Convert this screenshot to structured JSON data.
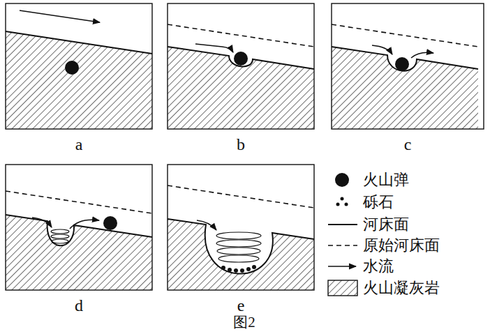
{
  "diagram": {
    "caption": "图2",
    "labels": [
      "a",
      "b",
      "c",
      "d",
      "e"
    ],
    "legend": [
      {
        "text": "火山弹"
      },
      {
        "text": "砾石"
      },
      {
        "text": "河床面"
      },
      {
        "text": "原始河床面"
      },
      {
        "text": "水流"
      },
      {
        "text": "火山凝灰岩"
      }
    ]
  }
}
